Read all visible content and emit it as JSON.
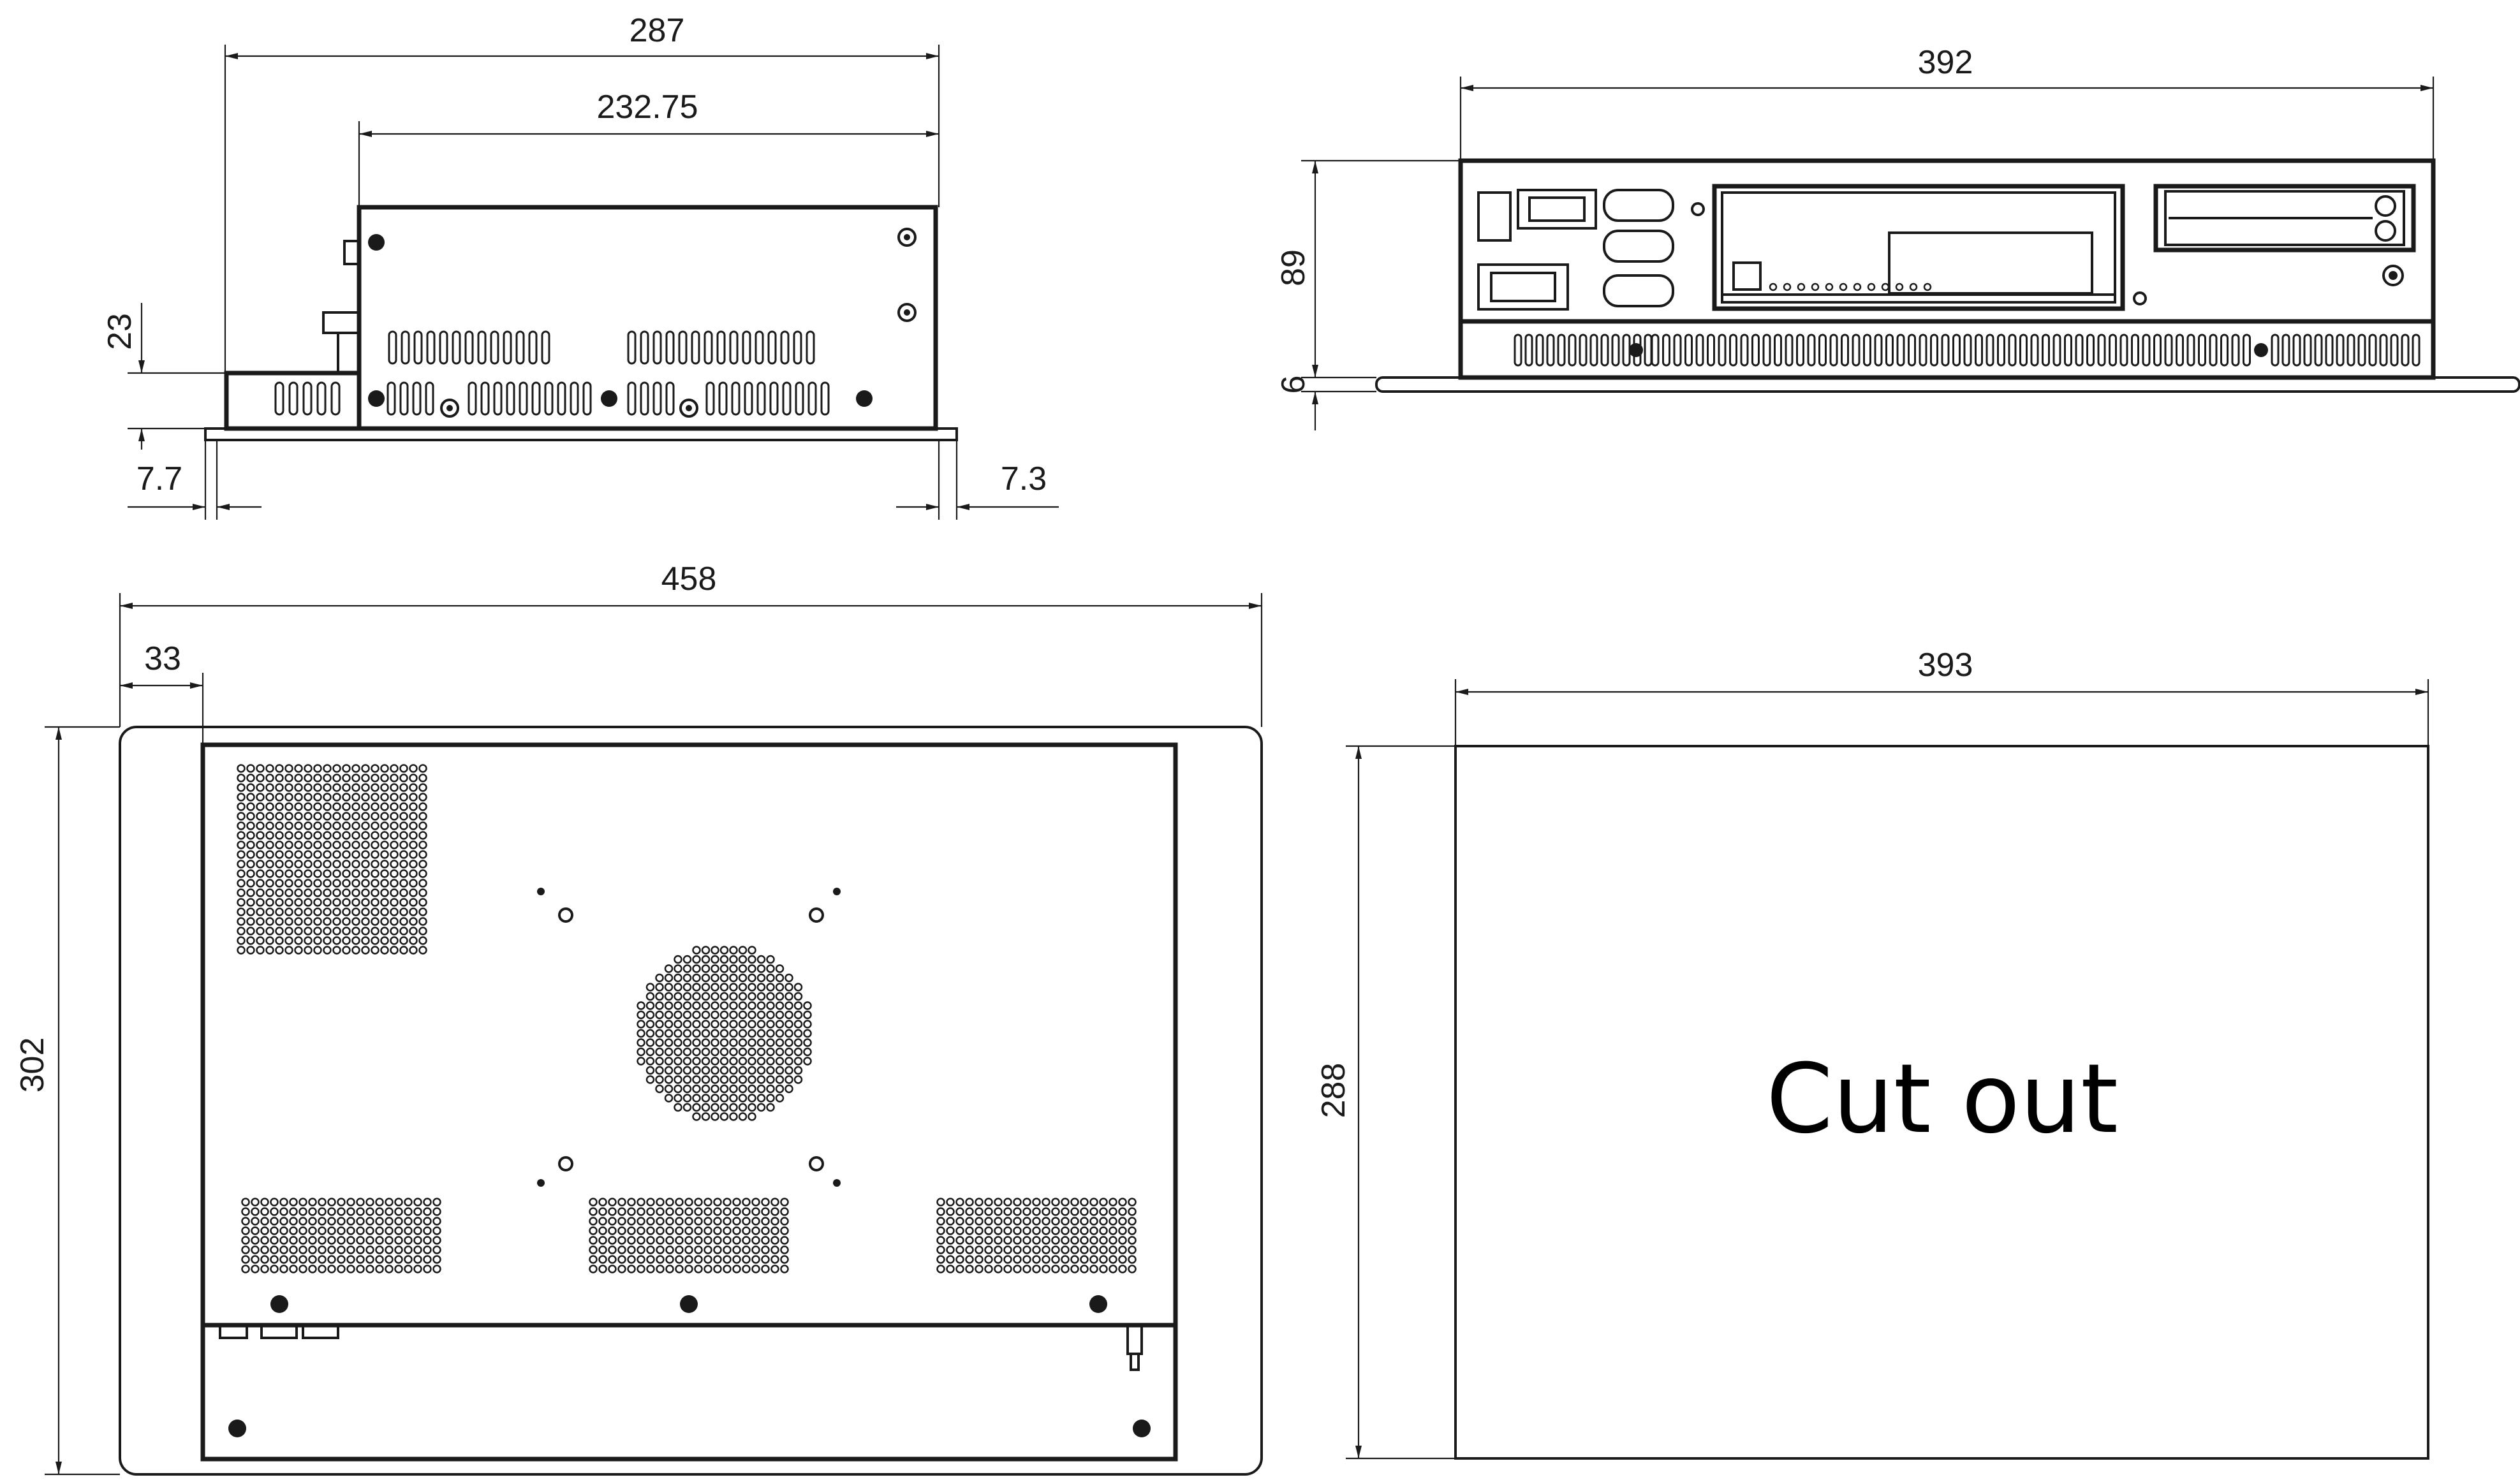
{
  "dimensions": {
    "side_depth_total": "287",
    "side_depth_body": "232.75",
    "side_height": "23",
    "side_left_offset": "7.7",
    "side_right_offset": "7.3",
    "front_width": "392",
    "front_height": "89",
    "front_flange": "6",
    "back_width": "458",
    "back_offset": "33",
    "back_height": "302",
    "cutout_width": "393",
    "cutout_height": "288"
  },
  "cutout": {
    "label": "Cut out"
  },
  "colors": {
    "ink": "#1a1a1a",
    "background": "#ffffff"
  }
}
